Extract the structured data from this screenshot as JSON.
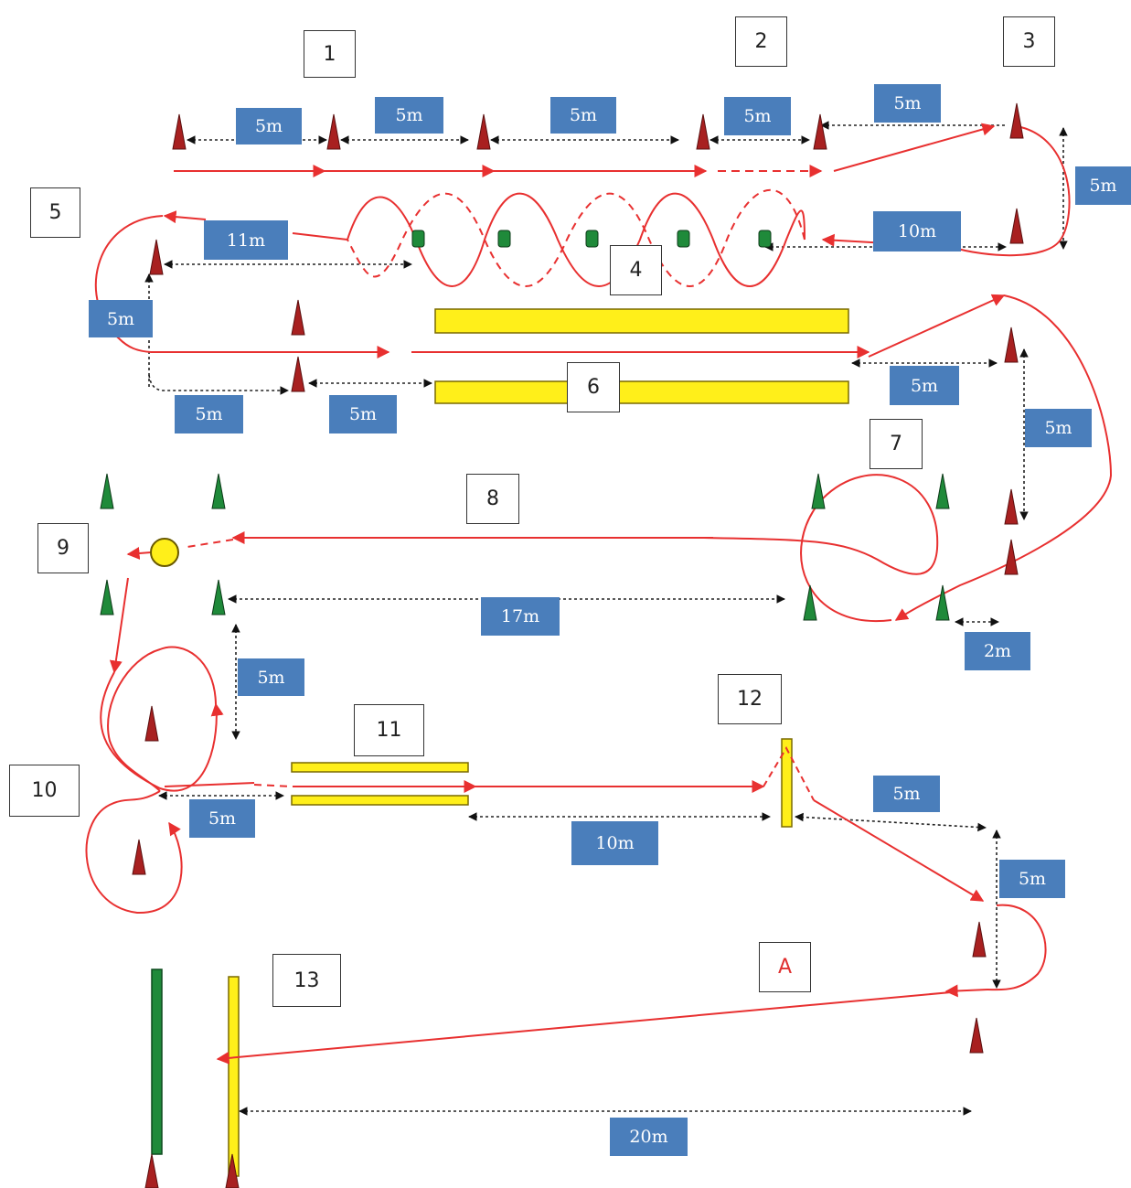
{
  "stations": {
    "s1": "1",
    "s2": "2",
    "s3": "3",
    "s4": "4",
    "s5": "5",
    "s6": "6",
    "s7": "7",
    "s8": "8",
    "s9": "9",
    "s10": "10",
    "s11": "11",
    "s12": "12",
    "s13": "13",
    "sA": "A"
  },
  "distances": {
    "d1": "5m",
    "d2": "5m",
    "d3": "5m",
    "d4": "5m",
    "d5": "5m",
    "d6": "5m",
    "d7": "11m",
    "d8": "10m",
    "d9": "5m",
    "d10": "5m",
    "d11": "5m",
    "d12": "5m",
    "d13": "5m",
    "d14": "17m",
    "d15": "2m",
    "d16": "5m",
    "d17": "5m",
    "d18": "10m",
    "d19": "5m",
    "d20": "5m",
    "d21": "20m"
  },
  "colors": {
    "cone_red": "#a82020",
    "cone_green": "#1f8a3a",
    "path_red": "#e83030",
    "hurdle_yellow": "#ffef1a",
    "pole_green": "#1f8a3a",
    "label_blue": "#4a7ebb"
  }
}
